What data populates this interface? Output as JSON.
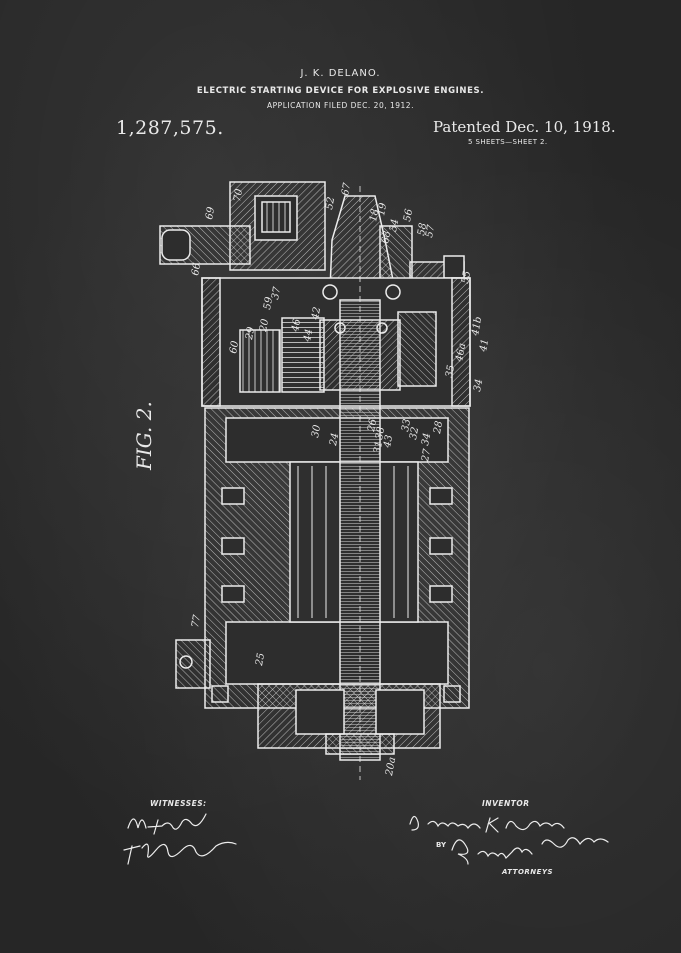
{
  "header": {
    "inventor_name": "J. K. DELANO.",
    "title": "ELECTRIC STARTING DEVICE FOR EXPLOSIVE ENGINES.",
    "application_filed": "APPLICATION FILED DEC. 20, 1912.",
    "patent_number": "1,287,575.",
    "patented_date": "Patented Dec. 10, 1918.",
    "sheets": "5 SHEETS—SHEET 2."
  },
  "figure": {
    "label": "FIG. 2.",
    "reference_numerals": [
      "69",
      "70",
      "67",
      "52",
      "18",
      "19",
      "56",
      "34",
      "68",
      "58",
      "57",
      "66",
      "55",
      "60",
      "29",
      "20",
      "59",
      "37",
      "46",
      "44",
      "42",
      "41b",
      "46a",
      "41",
      "34",
      "35",
      "30",
      "24",
      "38",
      "26",
      "43",
      "31",
      "33",
      "32",
      "34",
      "28",
      "27",
      "77",
      "25",
      "20a"
    ]
  },
  "signatures": {
    "witnesses_label": "WITNESSES:",
    "witness_1": "M. H. Fuller",
    "witness_2": "T. H. Alfreds",
    "inventor_label": "INVENTOR",
    "inventor_signature": "James K. Delano",
    "by_label": "BY",
    "attorney_signature": "Brown & Phelps",
    "attorneys_label": "ATTORNEYS"
  }
}
